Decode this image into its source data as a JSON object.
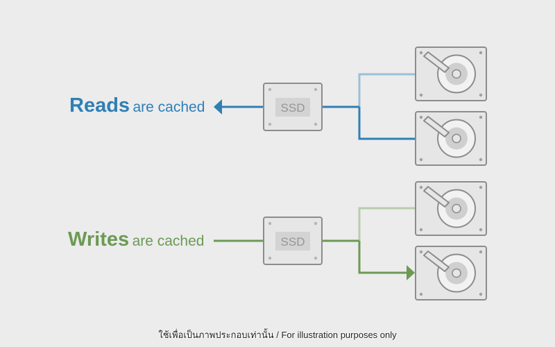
{
  "reads": {
    "bold": "Reads",
    "rest": "are cached",
    "color": "#2f7fb6",
    "faded_color": "#9dbfd6"
  },
  "writes": {
    "bold": "Writes",
    "rest": "are cached",
    "color": "#6c9a55",
    "faded_color": "#b8cdac"
  },
  "ssd_label": "SSD",
  "caption": "ใช้เพื่อเป็นภาพประกอบเท่านั้น / For illustration purposes only",
  "colors": {
    "background": "#ececec",
    "device_stroke": "#8c8c8c",
    "device_fill": "#e6e6e6",
    "ssd_chip": "#d3d3d3"
  },
  "icons": [
    "ssd-icon",
    "hdd-icon",
    "arrow-left-icon",
    "arrow-right-icon"
  ]
}
